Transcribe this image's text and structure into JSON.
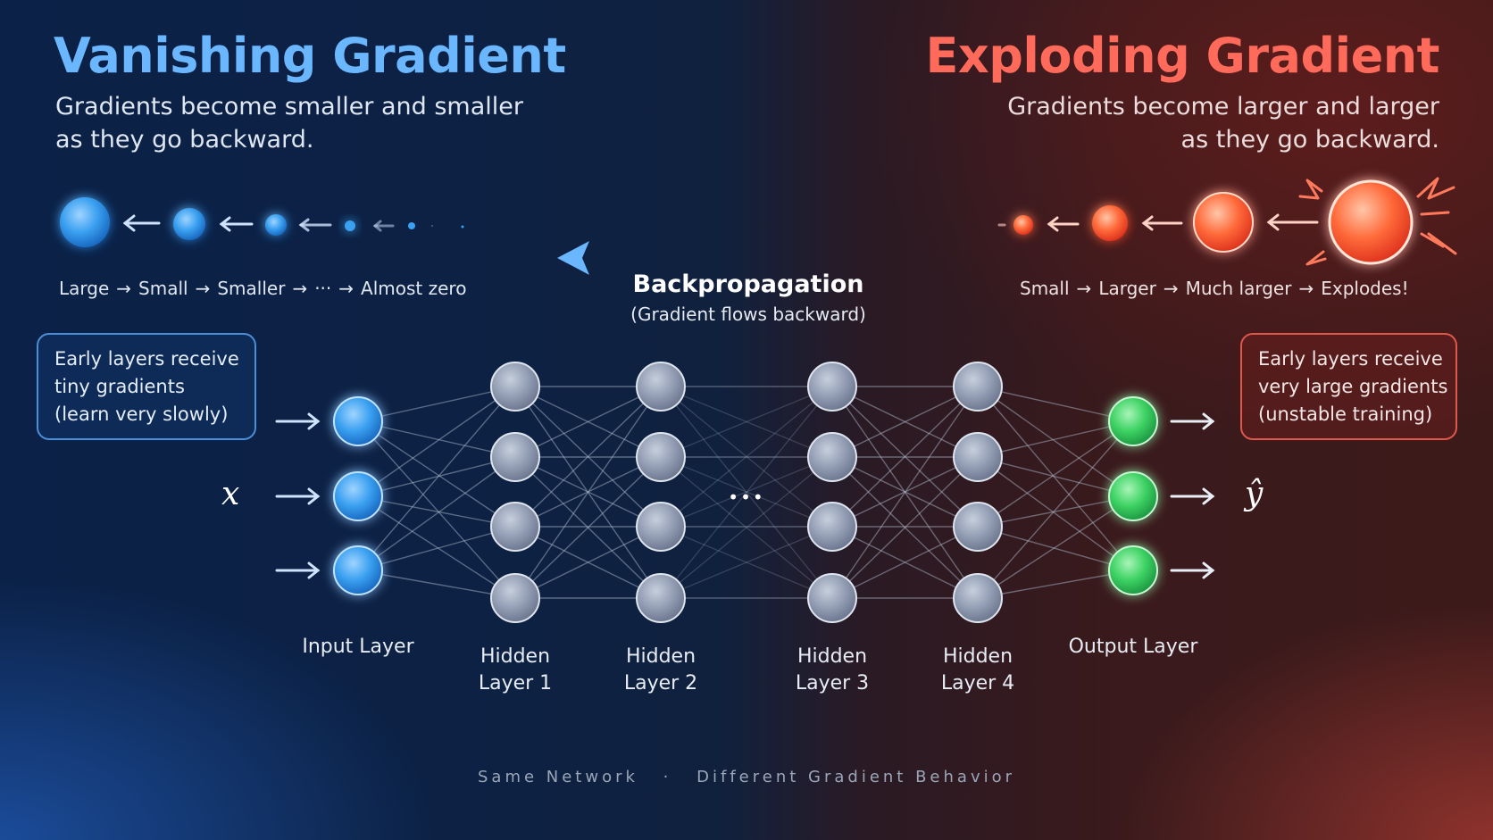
{
  "vanishing": {
    "title": "Vanishing Gradient",
    "subtitle_line1": "Gradients become smaller and smaller",
    "subtitle_line2": "as they go backward.",
    "sequence": [
      "Large",
      "Small",
      "Smaller",
      "···",
      "Almost zero"
    ],
    "callout_lines": [
      "Early layers receive",
      "tiny gradients",
      "(learn very slowly)"
    ],
    "color": "#6ab7ff"
  },
  "exploding": {
    "title": "Exploding Gradient",
    "subtitle_line1": "Gradients become larger and larger",
    "subtitle_line2": "as they go backward.",
    "sequence": [
      "Small",
      "Larger",
      "Much larger",
      "Explodes!"
    ],
    "callout_lines": [
      "Early layers receive",
      "very large gradients",
      "(unstable training)"
    ],
    "color": "#ff6a5a"
  },
  "sequence_arrow": "→",
  "backprop": {
    "title": "Backpropagation",
    "subtitle": "(Gradient flows backward)"
  },
  "network": {
    "input_symbol": "x",
    "output_symbol": "ŷ",
    "ellipsis": "•••",
    "layers": [
      {
        "label": [
          "Input Layer"
        ],
        "nodes": 3,
        "color": "#3aa0f0"
      },
      {
        "label": [
          "Hidden",
          "Layer 1"
        ],
        "nodes": 4,
        "color": "#8e9fba"
      },
      {
        "label": [
          "Hidden",
          "Layer 2"
        ],
        "nodes": 4,
        "color": "#8e9fba"
      },
      {
        "label": [
          "Hidden",
          "Layer 3"
        ],
        "nodes": 4,
        "color": "#9a9fb4"
      },
      {
        "label": [
          "Hidden",
          "Layer 4"
        ],
        "nodes": 4,
        "color": "#9ea0b0"
      },
      {
        "label": [
          "Output Layer"
        ],
        "nodes": 3,
        "color": "#3dd263"
      }
    ]
  },
  "footer": {
    "left": "Same Network",
    "dot": "·",
    "right": "Different Gradient Behavior"
  }
}
